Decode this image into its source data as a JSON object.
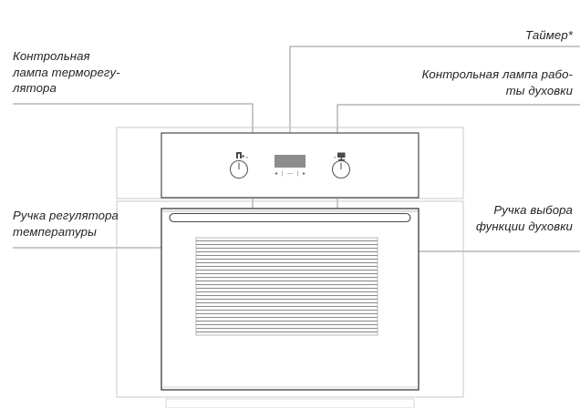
{
  "diagram": {
    "type": "appliance-callout-diagram",
    "subject": "built-in-oven-front-view",
    "language": "ru"
  },
  "labels": {
    "thermostat_lamp": "Контрольная\nлампа терморегу-\nлятора",
    "timer": "Таймер*",
    "oven_lamp": "Контрольная лампа рабо-\nты духовки",
    "temperature_knob": "Ручка регулятора\nтемпературы",
    "function_knob": "Ручка выбора\nфункции духовки"
  },
  "controls": {
    "left_knob": {
      "name": "temperature-knob",
      "icon": "thermostat-symbol-icon",
      "indicator_angle_deg": 0
    },
    "right_knob": {
      "name": "function-knob",
      "icon": "oven-lamp-symbol-icon",
      "indicator_angle_deg": 0
    },
    "timer_display": {
      "name": "timer-lcd",
      "screen_color": "#8c8c8c",
      "buttons": [
        "◂",
        "|",
        "—",
        "|",
        "▸"
      ]
    }
  },
  "colors": {
    "text": "#231f20",
    "leader_line": "#808080",
    "oven_outline": "#3a3a3a",
    "cabinet_outline": "#c9c9c9",
    "window_hatch": "#8a8a8a",
    "lcd": "#8c8c8c",
    "knob_stroke": "#5a5a5a"
  }
}
